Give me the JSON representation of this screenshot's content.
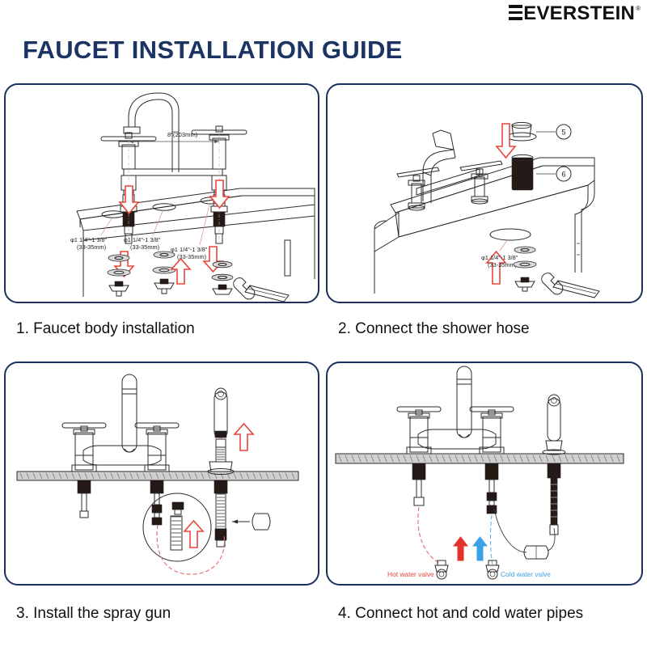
{
  "brand": {
    "name": "EVERSTEIN",
    "registered": "®",
    "mark_icon": "triple-bar-e-icon"
  },
  "title": "FAUCET INSTALLATION GUIDE",
  "colors": {
    "title_navy": "#1b3464",
    "panel_border": "#1b2f5e",
    "hot_red": "#e8453c",
    "cold_blue": "#3aa0e8",
    "arrow_red": "#e4322c",
    "line_dark": "#2b2b2b"
  },
  "panels": [
    {
      "number": "1",
      "caption": "1. Faucet body installation",
      "annotations": {
        "spread_dimension": "8\"(203mm)",
        "hole_labels": [
          {
            "line1": "φ1 1/4\"-1 3/8\"",
            "line2": "(33-35mm)"
          },
          {
            "line1": "φ1 1/4\"-1 3/8\"",
            "line2": "(33-35mm)"
          },
          {
            "line1": "φ1 1/4\"-1 3/8\"",
            "line2": "(33-35mm)"
          }
        ]
      }
    },
    {
      "number": "2",
      "caption": "2. Connect the shower hose",
      "annotations": {
        "hole_labels": [
          {
            "line1": "φ1 1/4\"-1 3/8\"",
            "line2": "(33-35mm)"
          }
        ],
        "callouts": [
          {
            "number": "5",
            "part": "rubber-washer"
          },
          {
            "number": "6",
            "part": "mounting-sleeve"
          }
        ]
      }
    },
    {
      "number": "3",
      "caption": "3. Install the spray gun",
      "annotations": {}
    },
    {
      "number": "4",
      "caption": "4. Connect hot and cold water pipes",
      "annotations": {
        "hot_valve_label": "Hot water valve",
        "cold_valve_label": "Cold water valve"
      }
    }
  ]
}
